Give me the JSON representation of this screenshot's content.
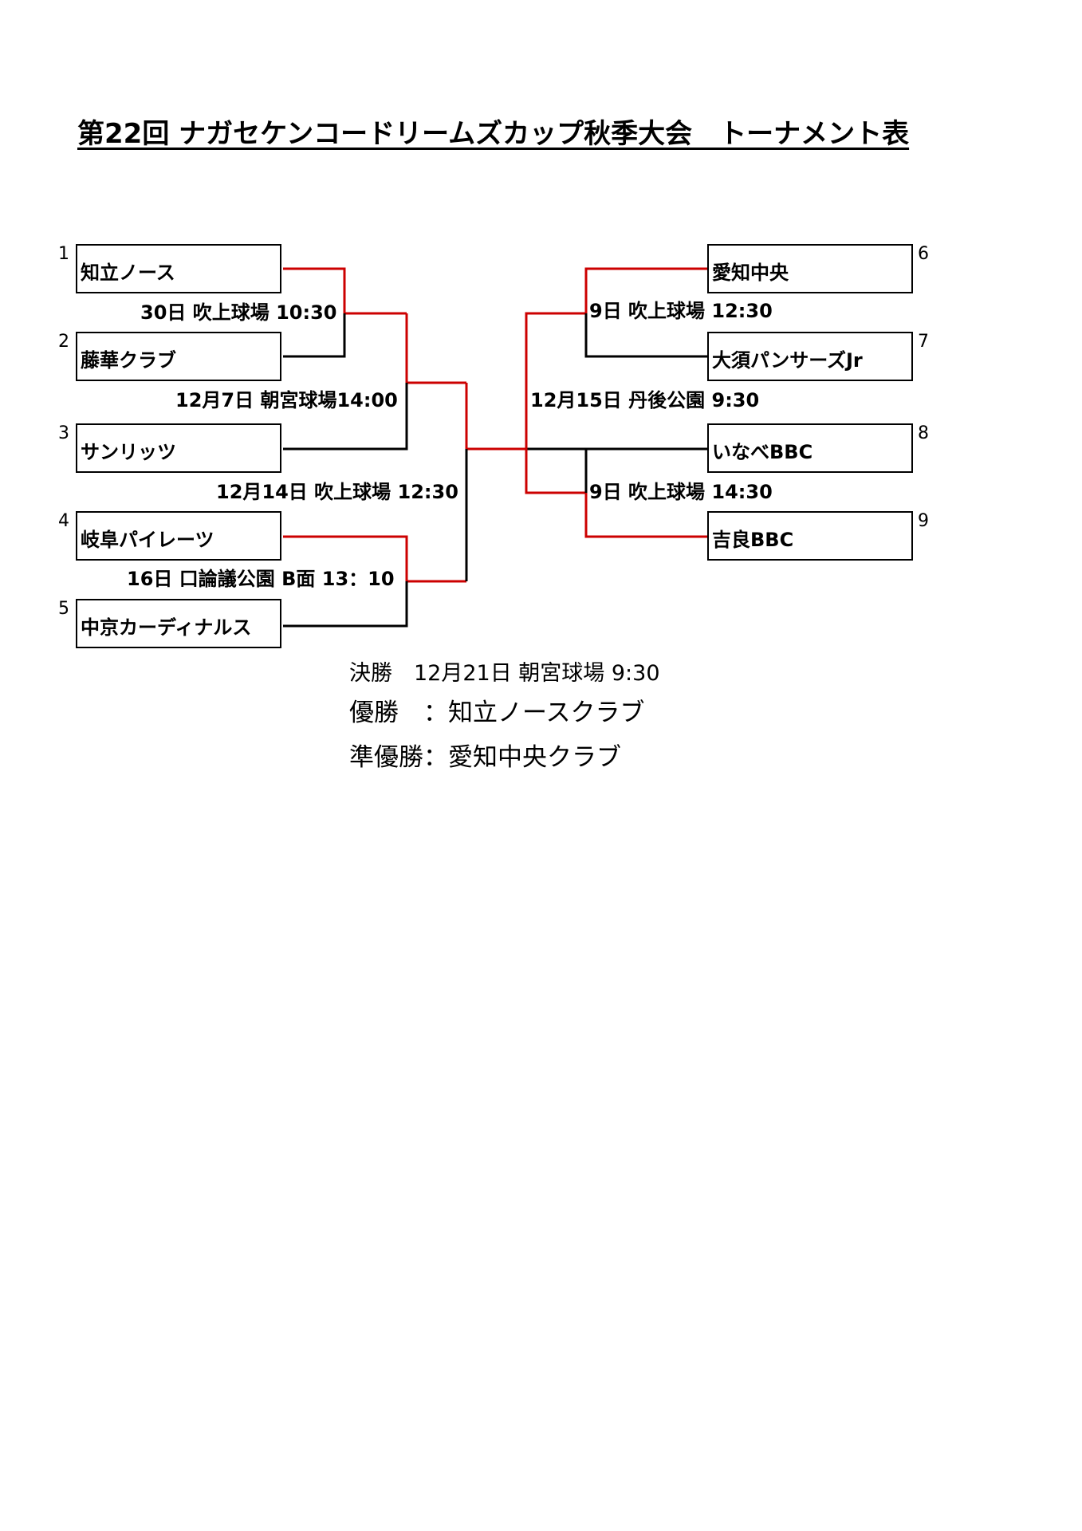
{
  "title": "第22回 ナガセケンコードリームズカップ秋季大会　トーナメント表",
  "teams": [
    {
      "seed": "1",
      "name": "知立ノース"
    },
    {
      "seed": "2",
      "name": "藤華クラブ"
    },
    {
      "seed": "3",
      "name": "サンリッツ"
    },
    {
      "seed": "4",
      "name": "岐阜パイレーツ"
    },
    {
      "seed": "5",
      "name": "中京カーディナルス"
    },
    {
      "seed": "6",
      "name": "愛知中央"
    },
    {
      "seed": "7",
      "name": "大須パンサーズJr"
    },
    {
      "seed": "8",
      "name": "いなべBBC"
    },
    {
      "seed": "9",
      "name": "吉良BBC"
    }
  ],
  "matches": [
    {
      "label": "30日 吹上球場 10:30",
      "between": "1-2",
      "winner": "知立ノース"
    },
    {
      "label": "12月7日 朝宮球場14:00",
      "between": "W(1-2)-3",
      "winner": "知立ノース"
    },
    {
      "label": "16日 口論議公園 B面 13：10",
      "between": "4-5",
      "winner": "岐阜パイレーツ"
    },
    {
      "label": "12月14日 吹上球場 12:30",
      "between": "left semifinal",
      "winner": "知立ノース"
    },
    {
      "label": "9日 吹上球場 12:30",
      "between": "6-7",
      "winner": "愛知中央"
    },
    {
      "label": "9日 吹上球場 14:30",
      "between": "8-9",
      "winner": "吉良BBC"
    },
    {
      "label": "12月15日 丹後公園 9:30",
      "between": "right semifinal",
      "winner": "愛知中央"
    }
  ],
  "final": {
    "schedule": "決勝　12月21日 朝宮球場 9:30",
    "champion": "優勝　：知立ノースクラブ",
    "runner_up": "準優勝：愛知中央クラブ"
  },
  "colors": {
    "winner_line": "#cc0000",
    "line": "#000000"
  }
}
